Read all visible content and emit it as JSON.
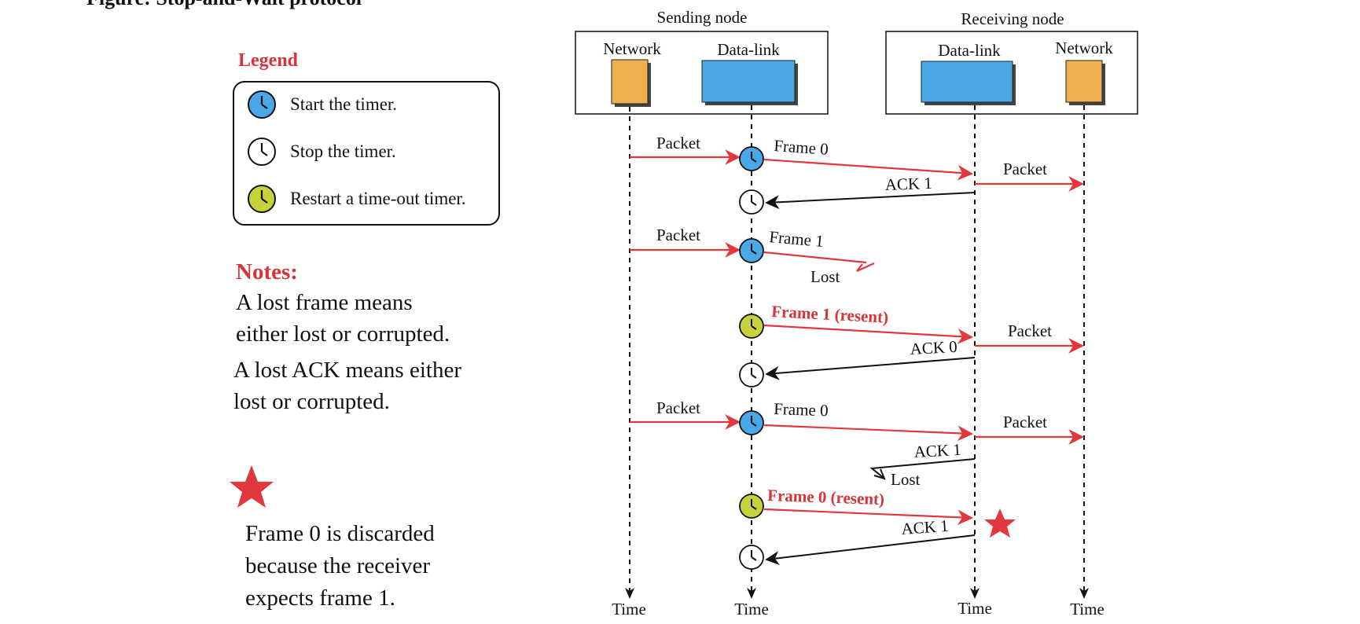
{
  "title_fragment": "Figure: Stop-and-Wait protocol",
  "legend": {
    "title": "Legend",
    "items": [
      {
        "label": "Start the timer.",
        "color": "#4aa8e6"
      },
      {
        "label": "Stop the timer.",
        "color": "#ffffff"
      },
      {
        "label": "Restart a time-out timer.",
        "color": "#c8d13a"
      }
    ]
  },
  "notes": {
    "title": "Notes:",
    "lines": [
      "A lost frame means",
      "either lost or corrupted.",
      "A lost ACK means either",
      "lost or corrupted."
    ]
  },
  "star_note": {
    "lines": [
      "Frame 0 is discarded",
      "because the receiver",
      "expects frame 1."
    ]
  },
  "nodes": {
    "sending": {
      "title": "Sending node",
      "network": "Network",
      "datalink": "Data-link"
    },
    "receiving": {
      "title": "Receiving node",
      "datalink": "Data-link",
      "network": "Network"
    }
  },
  "time_labels": [
    "Time",
    "Time",
    "Time",
    "Time"
  ],
  "events": {
    "packet_1": "Packet",
    "frame_0": "Frame 0",
    "packet_r1": "Packet",
    "ack_1a": "ACK 1",
    "packet_2": "Packet",
    "frame_1": "Frame 1",
    "lost_1": "Lost",
    "frame_1_resent": "Frame 1 (resent)",
    "packet_r2": "Packet",
    "ack_0": "ACK 0",
    "packet_3": "Packet",
    "frame_0b": "Frame 0",
    "packet_r3": "Packet",
    "ack_1b": "ACK 1",
    "lost_2": "Lost",
    "frame_0_resent": "Frame 0 (resent)",
    "ack_1c": "ACK 1"
  },
  "colors": {
    "network_box": "#f0b050",
    "datalink_box": "#4aa8e6",
    "arrow_red": "#e2373c",
    "arrow_black": "#111111",
    "accent_red": "#d63438"
  }
}
